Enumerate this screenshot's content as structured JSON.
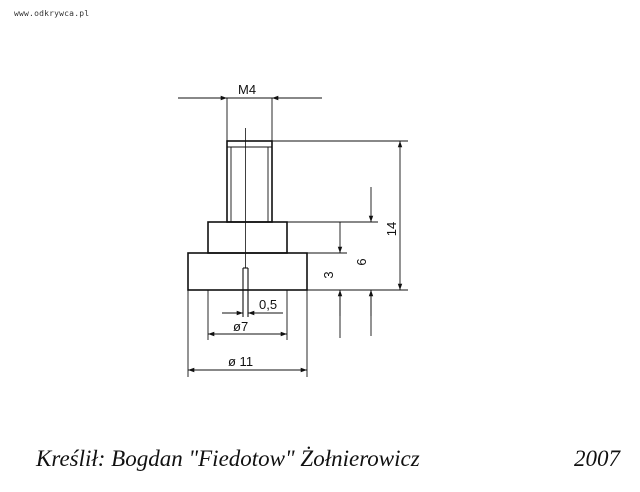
{
  "watermark": "www.odkrywca.pl",
  "dimensions": {
    "thread": "M4",
    "total_height": "14",
    "upper_height": "6",
    "base_height": "3",
    "slot_width": "0,5",
    "inner_diameter": "ø7",
    "outer_diameter": "ø 11"
  },
  "footer": {
    "author": "Kreślił: Bogdan \"Fiedotow\" Żołnierowicz",
    "year": "2007"
  }
}
